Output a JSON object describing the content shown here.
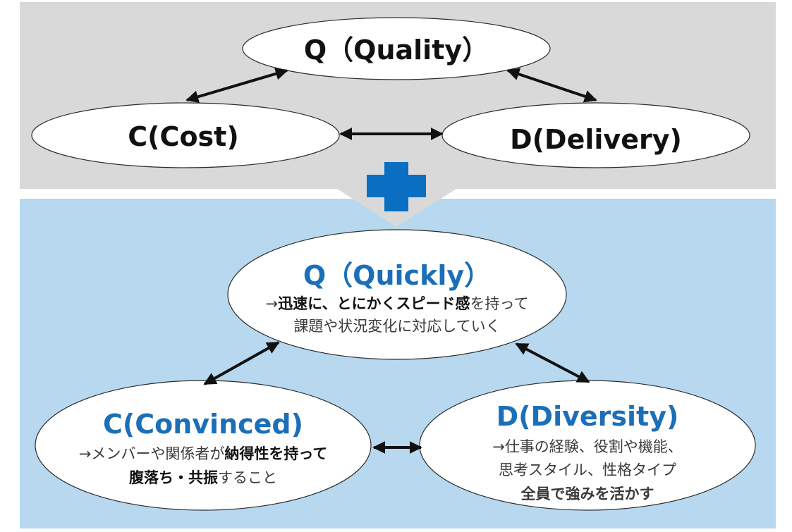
{
  "colors": {
    "top_band": "#d9d9d9",
    "bottom_band": "#b7d8ee",
    "plus": "#0a6fc2",
    "accent_text": "#1b6fb8"
  },
  "top": {
    "quality": "Q（Quality）",
    "cost": "C(Cost)",
    "delivery": "D(Delivery)"
  },
  "bottom": {
    "quickly": {
      "title": "Q（Quickly）",
      "line1_pre": "→",
      "line1_bold": "迅速に、とにかくスピード感",
      "line1_post": "を持って",
      "line2": "課題や状況変化に対応していく"
    },
    "convinced": {
      "title": "C(Convinced)",
      "line1_pre": "→メンバーや関係者が",
      "line1_bold": "納得性を持って",
      "line2_bold": "腹落ち・共振",
      "line2_post": "すること"
    },
    "diversity": {
      "title": "D(Diversity)",
      "line1": "→仕事の経験、役割や機能、",
      "line2": "思考スタイル、性格タイプ",
      "line3_bold": "全員で強みを活かす"
    }
  }
}
